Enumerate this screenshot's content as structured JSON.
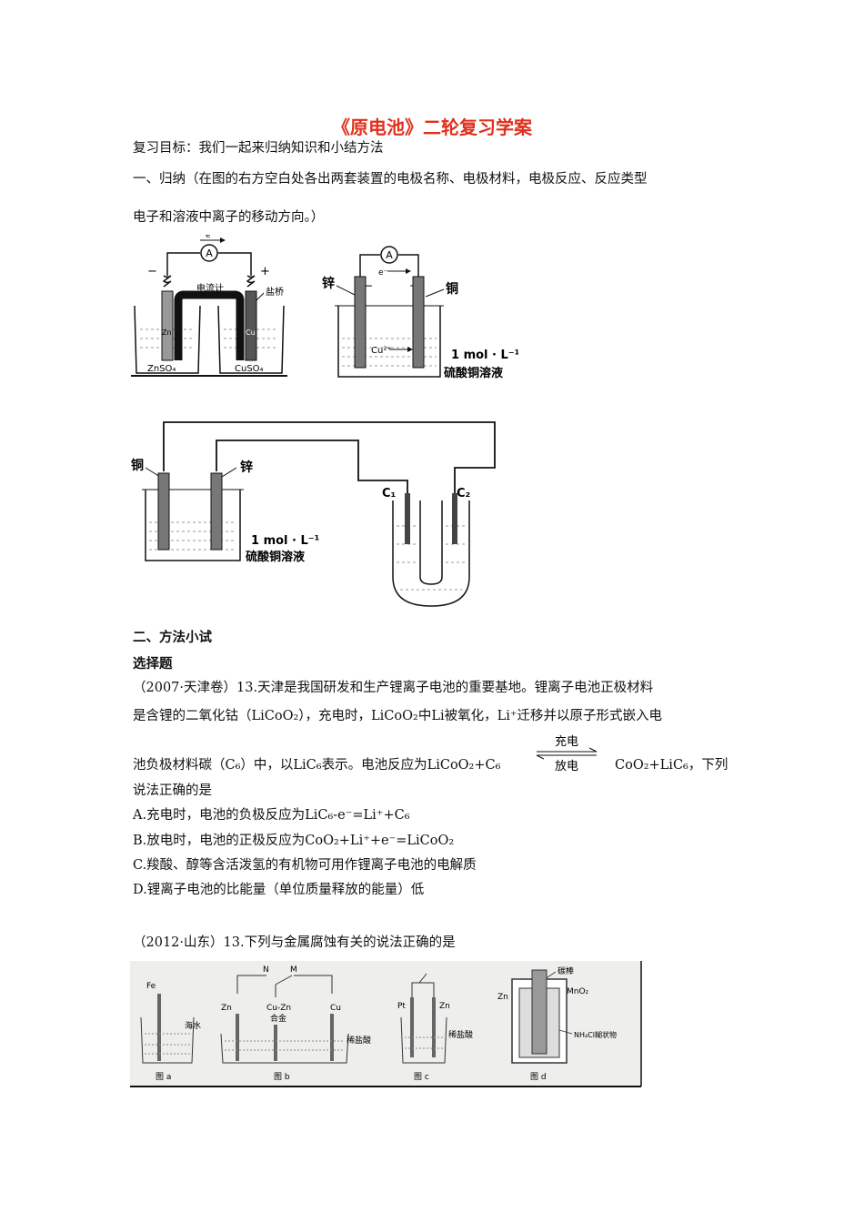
{
  "doc": {
    "title": "《原电池》二轮复习学案",
    "objective": "复习目标：我们一起来归纳知识和小结方法",
    "sec1_line1": "一、归纳（在图的右方空白处各出两套装置的电极名称、电极材料，电极反应、反应类型",
    "sec1_line2": "电子和溶液中离子的移动方向。）",
    "sec2_title": "二、方法小试",
    "choice_title": "选择题",
    "q1_line1": "（2007·天津卷）13.天津是我国研发和生产锂离子电池的重要基地。锂离子电池正极材料",
    "q1_line2": "是含锂的二氧化钴（LiCoO₂），充电时，LiCoO₂中Li被氧化，Li⁺迁移并以原子形式嵌入电",
    "q1_line3a": "池负极材料碳（C₆）中，以LiC₆表示。电池反应为LiCoO₂+C₆",
    "q1_line3b": "CoO₂+LiC₆，下列",
    "q1_line4": "说法正确的是",
    "arrow_top": "充电",
    "arrow_bottom": "放电",
    "optA": "A.充电时，电池的负极反应为LiC₆-e⁻=Li⁺+C₆",
    "optB": "B.放电时，电池的正极反应为CoO₂+Li⁺+e⁻=LiCoO₂",
    "optC": "C.羧酸、醇等含活泼氢的有机物可用作锂离子电池的电解质",
    "optD": "D.锂离子电池的比能量（单位质量释放的能量）低",
    "q2_line1": "（2012·山东）13.下列与金属腐蚀有关的说法正确的是"
  },
  "fig1": {
    "electron": "e⁻",
    "ammeter": "A",
    "minus": "−",
    "plus": "+",
    "galvanometer": "电流计",
    "salt_bridge": "盐桥",
    "zn": "Zn",
    "cu": "Cu",
    "zn_soln": "ZnSO₄",
    "cu_soln": "CuSO₄"
  },
  "fig2": {
    "ammeter": "A",
    "electron": "e⁻",
    "zinc": "锌",
    "copper": "铜",
    "minus": "−",
    "plus": "+",
    "cu_ion": "Cu²⁺",
    "conc": "1 mol · L⁻¹",
    "solution": "硫酸铜溶液"
  },
  "fig3": {
    "copper": "铜",
    "zinc": "锌",
    "conc": "1 mol · L⁻¹",
    "solution": "硫酸铜溶液",
    "c1": "C₁",
    "c2": "C₂"
  },
  "fig4": {
    "fe": "Fe",
    "seawater": "海水",
    "fig_a": "图 a",
    "n": "N",
    "m": "M",
    "zn_b": "Zn",
    "alloy1": "Cu-Zn",
    "alloy2": "合金",
    "cu_b": "Cu",
    "hcl_b": "稀盐酸",
    "fig_b": "图 b",
    "pt": "Pt",
    "zn_c": "Zn",
    "hcl_c": "稀盐酸",
    "fig_c": "图 c",
    "carbon": "碳棒",
    "zn_d": "Zn",
    "mno2": "MnO₂",
    "nh4cl": "NH₄Cl糊状物",
    "fig_d": "图 d"
  }
}
